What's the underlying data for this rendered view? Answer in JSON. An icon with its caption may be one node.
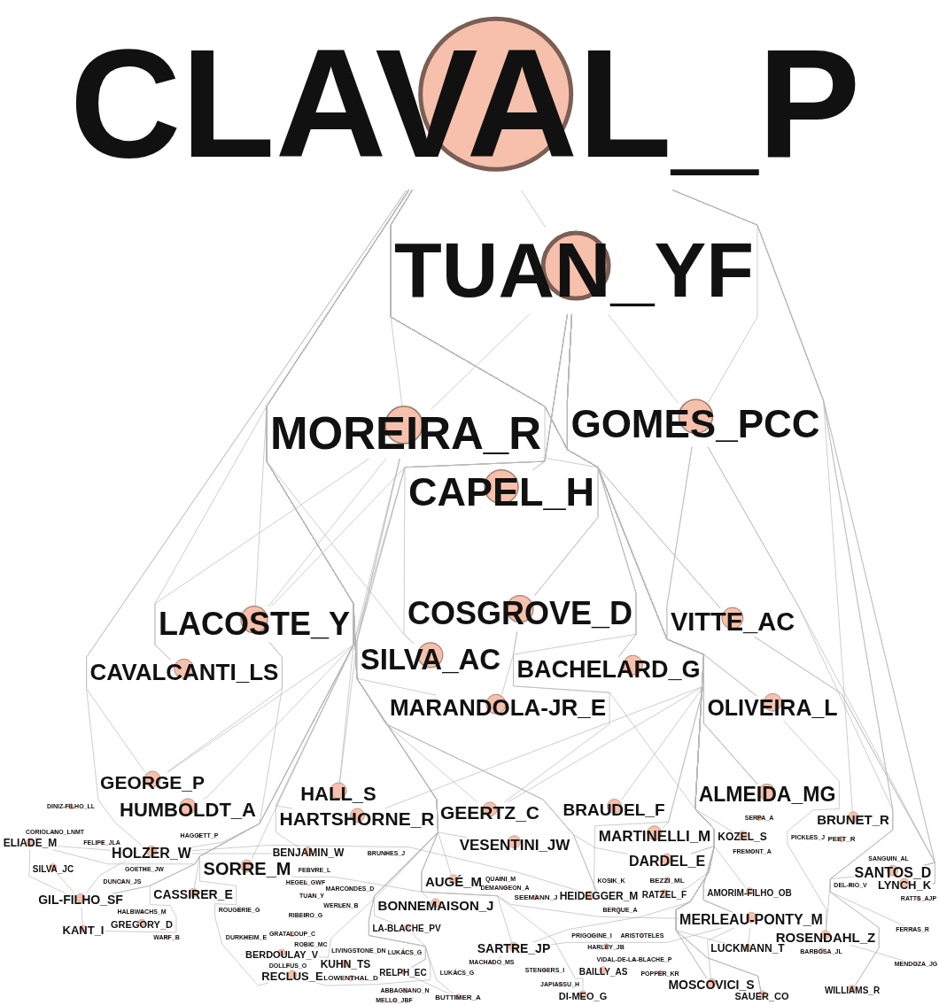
{
  "diagram": {
    "nodes": [
      {
        "text": [
          "CLAVAL_P"
        ]
      },
      {
        "text": [
          "TUAN_YF"
        ]
      },
      {
        "text": [
          "MOREIRA_R"
        ]
      },
      {
        "text": [
          "GOMES_PCC"
        ]
      },
      {
        "text": [
          "CAPEL_H"
        ]
      },
      {
        "text": [
          "LACOSTE_Y"
        ]
      },
      {
        "text": [
          "COSGROVE_D"
        ]
      },
      {
        "text": [
          "VITTE_AC"
        ]
      },
      {
        "text": [
          "SILVA_AC"
        ]
      },
      {
        "text": [
          "CAVALCANTI_LS"
        ]
      },
      {
        "text": [
          "BACHELARD_G"
        ]
      },
      {
        "text": [
          "MARANDOLA-JR_E"
        ]
      },
      {
        "text": [
          "OLIVEIRA_L"
        ]
      },
      {
        "text": [
          "GEORGE_P"
        ]
      },
      {
        "text": [
          "HUMBOLDT_A"
        ]
      },
      {
        "text": [
          "HALL_S"
        ]
      },
      {
        "text": [
          "HARTSHORNE_R"
        ]
      },
      {
        "text": [
          "GEERTZ_C"
        ]
      },
      {
        "text": [
          "BRAUDEL_F"
        ]
      },
      {
        "text": [
          "ALMEIDA_MG"
        ]
      },
      {
        "text": [
          "MARTINELLI_M"
        ]
      },
      {
        "text": [
          "VESENTINI_JW"
        ]
      },
      {
        "text": [
          "KOZEL_S"
        ]
      },
      {
        "text": [
          "BRUNET_R"
        ]
      },
      {
        "text": [
          "DARDEL_E"
        ]
      },
      {
        "text": [
          "SANTOS_D"
        ]
      },
      {
        "text": [
          "LYNCH_K"
        ]
      },
      {
        "text": [
          "HOLZER_W"
        ]
      },
      {
        "text": [
          "SORRE_M"
        ]
      },
      {
        "text": [
          "BENJAMIN_W"
        ]
      },
      {
        "text": [
          "ELIADE_M"
        ]
      },
      {
        "text": [
          "SILVA_JC"
        ]
      },
      {
        "text": [
          "GIL-FILHO_SF"
        ]
      },
      {
        "text": [
          "CASSIRER_E"
        ]
      },
      {
        "text": [
          "KANT_I"
        ]
      },
      {
        "text": [
          "GREGORY_D"
        ]
      },
      {
        "text": [
          "AUGÉ_M"
        ]
      },
      {
        "text": [
          "BONNEMAISON_J"
        ]
      },
      {
        "text": [
          "HEIDEGGER_M"
        ]
      },
      {
        "text": [
          "RATZEL_F"
        ]
      },
      {
        "text": [
          "BEZZI_ML"
        ]
      },
      {
        "text": [
          "AMORIM-FILHO_OB"
        ]
      },
      {
        "text": [
          "MERLEAU-PONTY_M"
        ]
      },
      {
        "text": [
          "ROSENDAHL_Z"
        ]
      },
      {
        "text": [
          "LUCKMANN_T"
        ]
      },
      {
        "text": [
          "BARBOSA_JL"
        ]
      },
      {
        "text": [
          "SARTRE_JP"
        ]
      },
      {
        "text": [
          "LA-BLACHE_PV"
        ]
      },
      {
        "text": [
          "BERDOULAY_V"
        ]
      },
      {
        "text": [
          "KUHN_TS"
        ]
      },
      {
        "text": [
          "RECLUS_E"
        ]
      },
      {
        "text": [
          "RELPH_EC"
        ]
      },
      {
        "text": [
          "BUTTIMER_A"
        ]
      },
      {
        "text": [
          "MOSCOVICI_S"
        ]
      },
      {
        "text": [
          "SAUER_CO"
        ]
      },
      {
        "text": [
          "WILLIAMS_R"
        ]
      },
      {
        "text": [
          "DI-MEO_G"
        ]
      },
      {
        "text": [
          "BAILLY_AS"
        ]
      },
      {
        "text": [
          "POPPER_KR"
        ]
      },
      {
        "text": [
          "HARLEY_JB"
        ]
      },
      {
        "text": [
          "PRIGOGINE_I"
        ]
      },
      {
        "text": [
          "ARISTOTELES"
        ]
      },
      {
        "text": [
          "VIDAL-DE-LA-BLACHE_P"
        ]
      },
      {
        "text": [
          "STENGERS_I"
        ]
      },
      {
        "text": [
          "JAPIASSU_H"
        ]
      },
      {
        "text": [
          "MACHADO_MS"
        ]
      },
      {
        "text": [
          "LUKÁCS_G"
        ]
      },
      {
        "text": [
          "LUKÁCS_G"
        ]
      },
      {
        "text": [
          "ABBAGNANO_N"
        ]
      },
      {
        "text": [
          "MELLO_JBF"
        ]
      },
      {
        "text": [
          "LOWENTHAL_D"
        ]
      },
      {
        "text": [
          "DOLLFUS_O"
        ]
      },
      {
        "text": [
          "LIVINGSTONE_DN"
        ]
      },
      {
        "text": [
          "ROBIC_MC"
        ]
      },
      {
        "text": [
          "GRATALOUP_C"
        ]
      },
      {
        "text": [
          "DURKHEIM_E"
        ]
      },
      {
        "text": [
          "WARF_B"
        ]
      },
      {
        "text": [
          "ROUGERIE_G"
        ]
      },
      {
        "text": [
          "HALBWACHS_M"
        ]
      },
      {
        "text": [
          "DUNCAN_JS"
        ]
      },
      {
        "text": [
          "GOETHE_JW"
        ]
      },
      {
        "text": [
          "HAGGETT_P"
        ]
      },
      {
        "text": [
          "FELIPE_JLA"
        ]
      },
      {
        "text": [
          "CORIOLANO_LNMT"
        ]
      },
      {
        "text": [
          "DINIZ-FILHO_LL"
        ]
      },
      {
        "text": [
          "FEBVRE_L"
        ]
      },
      {
        "text": [
          "HEGEL_GWF"
        ]
      },
      {
        "text": [
          "TUAN_Y"
        ]
      },
      {
        "text": [
          "MARCONDES_D"
        ]
      },
      {
        "text": [
          "WERLEN_B"
        ]
      },
      {
        "text": [
          "RIBEIRO_G"
        ]
      },
      {
        "text": [
          "BRUNHES_J"
        ]
      },
      {
        "text": [
          "QUAINI_M"
        ]
      },
      {
        "text": [
          "DEMANGEON_A"
        ]
      },
      {
        "text": [
          "SEEMANN_J"
        ]
      },
      {
        "text": [
          "KOSIK_K"
        ]
      },
      {
        "text": [
          "BERQUE_A"
        ]
      },
      {
        "text": [
          "SERPA_A"
        ]
      },
      {
        "text": [
          "PICKLES_J"
        ]
      },
      {
        "text": [
          "PEET_R"
        ]
      },
      {
        "text": [
          "FREMONT_A"
        ]
      },
      {
        "text": [
          "SANGUIN_AL"
        ]
      },
      {
        "text": [
          "DEL-RIO_V"
        ]
      },
      {
        "text": [
          "RATTS_AJP"
        ]
      },
      {
        "text": [
          "FERRAS_R"
        ]
      },
      {
        "text": [
          "MENDOZA_JG"
        ]
      }
    ],
    "edges": [
      {
        "from": 0,
        "to": 1,
        "arrow": "none"
      },
      {
        "from": 0,
        "to": 2,
        "arrow": "none"
      },
      {
        "from": 0,
        "to": 3,
        "arrow": "none"
      },
      {
        "from": 0,
        "to": 4,
        "arrow": "none"
      },
      {
        "from": 0,
        "to": 5,
        "arrow": "none"
      },
      {
        "from": 0,
        "to": 6,
        "arrow": "none"
      },
      {
        "from": 0,
        "to": 7,
        "arrow": "none"
      },
      {
        "from": 0,
        "to": 8,
        "arrow": "none"
      },
      {
        "from": 0,
        "to": 9,
        "arrow": "none"
      },
      {
        "from": 0,
        "to": 10,
        "arrow": "none"
      },
      {
        "from": 0,
        "to": 11,
        "arrow": "none"
      },
      {
        "from": 0,
        "to": 12,
        "arrow": "none"
      },
      {
        "from": 0,
        "to": 13,
        "arrow": "none"
      },
      {
        "from": 0,
        "to": 14,
        "arrow": "none"
      },
      {
        "from": 0,
        "to": 15,
        "arrow": "none"
      },
      {
        "from": 0,
        "to": 16,
        "arrow": "none"
      },
      {
        "from": 0,
        "to": 17,
        "arrow": "none"
      },
      {
        "from": 0,
        "to": 18,
        "arrow": "none"
      },
      {
        "from": 0,
        "to": 19,
        "arrow": "none"
      },
      {
        "from": 0,
        "to": 20,
        "arrow": "none"
      },
      {
        "from": 0,
        "to": 21,
        "arrow": "none"
      },
      {
        "from": 0,
        "to": 22,
        "arrow": "none"
      },
      {
        "from": 0,
        "to": 23,
        "arrow": "none"
      },
      {
        "from": 0,
        "to": 24,
        "arrow": "none"
      },
      {
        "from": 0,
        "to": 25,
        "arrow": "none"
      },
      {
        "from": 0,
        "to": 26,
        "arrow": "none"
      },
      {
        "from": 0,
        "to": 27,
        "arrow": "none"
      },
      {
        "from": 0,
        "to": 28,
        "arrow": "none"
      },
      {
        "from": 0,
        "to": 29,
        "arrow": "none"
      },
      {
        "from": 0,
        "to": 30,
        "arrow": "none"
      },
      {
        "from": 0,
        "to": 32,
        "arrow": "none"
      },
      {
        "from": 0,
        "to": 33,
        "arrow": "none"
      },
      {
        "from": 0,
        "to": 34,
        "arrow": "none"
      },
      {
        "from": 0,
        "to": 36,
        "arrow": "none"
      },
      {
        "from": 0,
        "to": 37,
        "arrow": "none"
      },
      {
        "from": 0,
        "to": 38,
        "arrow": "none"
      },
      {
        "from": 0,
        "to": 39,
        "arrow": "none"
      },
      {
        "from": 0,
        "to": 41,
        "arrow": "none"
      },
      {
        "from": 0,
        "to": 42,
        "arrow": "none"
      },
      {
        "from": 0,
        "to": 43,
        "arrow": "none"
      },
      {
        "from": 0,
        "to": 44,
        "arrow": "none"
      },
      {
        "from": 0,
        "to": 46,
        "arrow": "none"
      },
      {
        "from": 0,
        "to": 47,
        "arrow": "none"
      },
      {
        "from": 0,
        "to": 48,
        "arrow": "none"
      },
      {
        "from": 0,
        "to": 50,
        "arrow": "none"
      },
      {
        "from": 0,
        "to": 51,
        "arrow": "none"
      },
      {
        "from": 0,
        "to": 52,
        "arrow": "none"
      },
      {
        "from": 0,
        "to": 53,
        "arrow": "none"
      },
      {
        "from": 0,
        "to": 54,
        "arrow": "none"
      },
      {
        "from": 0,
        "to": 55,
        "arrow": "none"
      },
      {
        "from": 0,
        "to": 56,
        "arrow": "none"
      },
      {
        "from": 1,
        "to": 2,
        "arrow": "none"
      },
      {
        "from": 1,
        "to": 3,
        "arrow": "none"
      },
      {
        "from": 1,
        "to": 4,
        "arrow": "none"
      },
      {
        "from": 1,
        "to": 5,
        "arrow": "none"
      },
      {
        "from": 1,
        "to": 6,
        "arrow": "none"
      },
      {
        "from": 1,
        "to": 7,
        "arrow": "none"
      },
      {
        "from": 1,
        "to": 8,
        "arrow": "none"
      },
      {
        "from": 1,
        "to": 10,
        "arrow": "none"
      },
      {
        "from": 1,
        "to": 11,
        "arrow": "none"
      },
      {
        "from": 1,
        "to": 12,
        "arrow": "none"
      },
      {
        "from": 1,
        "to": 15,
        "arrow": "none"
      },
      {
        "from": 1,
        "to": 17,
        "arrow": "none"
      },
      {
        "from": 1,
        "to": 19,
        "arrow": "none"
      },
      {
        "from": 1,
        "to": 24,
        "arrow": "none"
      },
      {
        "from": 1,
        "to": 27,
        "arrow": "none"
      },
      {
        "from": 1,
        "to": 38,
        "arrow": "none"
      },
      {
        "from": 1,
        "to": 42,
        "arrow": "none"
      },
      {
        "from": 1,
        "to": 46,
        "arrow": "none"
      },
      {
        "from": 1,
        "to": 51,
        "arrow": "none"
      },
      {
        "from": 1,
        "to": 53,
        "arrow": "none"
      },
      {
        "from": 1,
        "to": 54,
        "arrow": "none"
      },
      {
        "from": 2,
        "to": 5,
        "arrow": "none"
      },
      {
        "from": 2,
        "to": 9,
        "arrow": "none"
      },
      {
        "from": 2,
        "to": 13,
        "arrow": "none"
      },
      {
        "from": 2,
        "to": 24,
        "arrow": "none"
      },
      {
        "from": 2,
        "to": 38,
        "arrow": "none"
      },
      {
        "from": 2,
        "to": 42,
        "arrow": "none"
      },
      {
        "from": 3,
        "to": 19,
        "arrow": "none"
      },
      {
        "from": 3,
        "to": 25,
        "arrow": "none"
      },
      {
        "from": 3,
        "to": 16,
        "arrow": "none"
      },
      {
        "from": 3,
        "to": 55,
        "arrow": "none"
      },
      {
        "from": 5,
        "to": 13,
        "arrow": "none"
      },
      {
        "from": 5,
        "to": 32,
        "arrow": "none"
      },
      {
        "from": 6,
        "to": 17,
        "arrow": "none"
      },
      {
        "from": 6,
        "to": 54,
        "arrow": "none"
      },
      {
        "from": 7,
        "to": 26,
        "arrow": "none"
      },
      {
        "from": 7,
        "to": 25,
        "arrow": "none"
      },
      {
        "from": 12,
        "to": 43,
        "arrow": "none"
      },
      {
        "from": 32,
        "to": 30,
        "arrow": "none"
      },
      {
        "from": 32,
        "to": 31,
        "arrow": "none"
      },
      {
        "from": 32,
        "to": 34,
        "arrow": "none"
      },
      {
        "from": 32,
        "to": 27,
        "arrow": "none"
      },
      {
        "from": 30,
        "to": 27,
        "arrow": "none"
      },
      {
        "from": 27,
        "to": 29,
        "arrow": "none"
      },
      {
        "from": 27,
        "to": 38,
        "arrow": "none"
      },
      {
        "from": 28,
        "to": 42,
        "arrow": "none"
      },
      {
        "from": 42,
        "to": 46,
        "arrow": "none"
      },
      {
        "from": 42,
        "to": 44,
        "arrow": "none"
      },
      {
        "from": 42,
        "to": 53,
        "arrow": "none"
      },
      {
        "from": 43,
        "to": 105,
        "arrow": "none"
      },
      {
        "from": 25,
        "to": 104,
        "arrow": "none"
      },
      {
        "from": 47,
        "to": 50,
        "arrow": "none"
      },
      {
        "from": 51,
        "to": 52,
        "arrow": "none"
      },
      {
        "from": 46,
        "to": 65,
        "arrow": "none"
      }
    ]
  }
}
